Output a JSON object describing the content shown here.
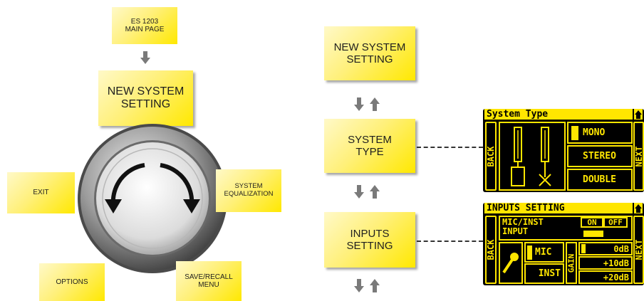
{
  "left_diagram": {
    "main_page_label": "ES 1203\nMAIN PAGE",
    "new_system_label": "NEW SYSTEM\nSETTING",
    "exit_label": "EXIT",
    "system_eq_label": "SYSTEM\nEQUALIZATION",
    "options_label": "OPTIONS",
    "save_recall_label": "SAVE/RECALL\nMENU"
  },
  "right_diagram": {
    "new_system_label": "NEW SYSTEM\nSETTING",
    "system_type_label": "SYSTEM\nTYPE",
    "inputs_setting_label": "INPUTS\nSETTING"
  },
  "lcd_system_type": {
    "title": "System Type",
    "back": "BACK",
    "next": "NEXT",
    "options": [
      "MONO",
      "STEREO",
      "DOUBLE"
    ],
    "selected": "MONO"
  },
  "lcd_inputs": {
    "title": "INPUTS SETTING",
    "back": "BACK",
    "next": "NEXT",
    "mic_inst_label": "MIC/INST\nINPUT",
    "on": "ON",
    "off": "OFF",
    "mic": "MIC",
    "inst": "INST",
    "gain": "GAIN",
    "gain_options": [
      "0dB",
      "+10dB",
      "+20dB"
    ],
    "selected_gain": "0dB",
    "selected_input": "MIC"
  },
  "colors": {
    "box_yellow": "#ffe800",
    "lcd_yellow": "#ffe600",
    "lcd_background": "#000000"
  }
}
